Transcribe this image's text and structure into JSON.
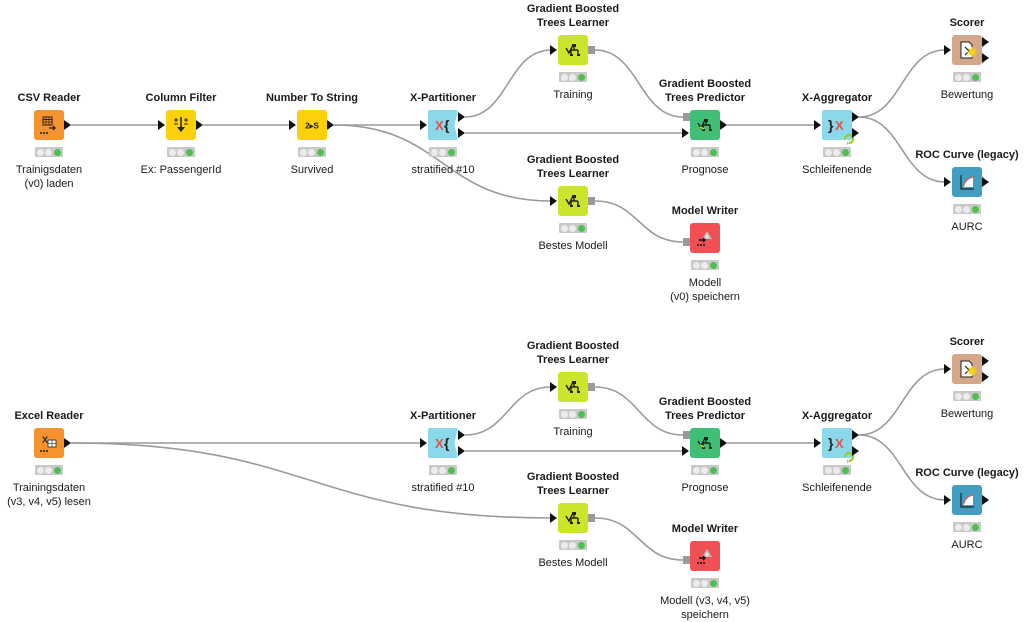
{
  "colors": {
    "reader": "#f7932e",
    "manipulator": "#fdd10a",
    "loop": "#8ad8ea",
    "learner": "#cbe52a",
    "predictor": "#3fbe75",
    "scorer": "#d4a68a",
    "visualizer": "#419ec2",
    "writer": "#f24f54",
    "status_green": "#4fbf4f",
    "wire": "#9a9a9a"
  },
  "workflows": [
    {
      "id": "top",
      "nodes": [
        {
          "key": "csv",
          "title": "CSV Reader",
          "label": "Trainigsdaten\n(v0) laden",
          "type": "reader",
          "icon": "table-arrow-icon",
          "status": "executed"
        },
        {
          "key": "colfilter",
          "title": "Column Filter",
          "label": "Ex: PassengerId",
          "type": "manipulator",
          "icon": "column-filter-icon",
          "status": "executed"
        },
        {
          "key": "num2str",
          "title": "Number To String",
          "label": "Survived",
          "type": "manipulator",
          "icon": "number-to-string-icon",
          "icon_text": "2▸S",
          "status": "executed"
        },
        {
          "key": "xpart",
          "title": "X-Partitioner",
          "label": "stratified #10",
          "type": "loop",
          "icon": "loop-start-icon",
          "status": "executed"
        },
        {
          "key": "learner1",
          "title": "Gradient Boosted\nTrees Learner",
          "label": "Training",
          "type": "learner",
          "icon": "tree-learner-icon",
          "status": "executed"
        },
        {
          "key": "predictor",
          "title": "Gradient Boosted\nTrees Predictor",
          "label": "Prognose",
          "type": "predictor",
          "icon": "tree-predictor-icon",
          "status": "executed"
        },
        {
          "key": "xagg",
          "title": "X-Aggregator",
          "label": "Schleifenende",
          "type": "loop",
          "icon": "loop-end-icon",
          "status": "executed"
        },
        {
          "key": "scorer",
          "title": "Scorer",
          "label": "Bewertung",
          "type": "scorer",
          "icon": "scorer-icon",
          "status": "executed"
        },
        {
          "key": "roc",
          "title": "ROC Curve (legacy)",
          "label": "AURC",
          "type": "visualizer",
          "icon": "roc-curve-icon",
          "status": "executed"
        },
        {
          "key": "learner2",
          "title": "Gradient Boosted\nTrees Learner",
          "label": "Bestes Modell",
          "type": "learner",
          "icon": "tree-learner-icon",
          "status": "executed"
        },
        {
          "key": "writer",
          "title": "Model Writer",
          "label": "Modell\n(v0) speichern",
          "type": "writer",
          "icon": "model-writer-icon",
          "status": "executed"
        }
      ]
    },
    {
      "id": "bottom",
      "nodes": [
        {
          "key": "excel",
          "title": "Excel Reader",
          "label": "Trainingsdaten\n(v3, v4, v5) lesen",
          "type": "reader",
          "icon": "excel-reader-icon",
          "status": "executed"
        },
        {
          "key": "xpart",
          "title": "X-Partitioner",
          "label": "stratified #10",
          "type": "loop",
          "icon": "loop-start-icon",
          "status": "executed"
        },
        {
          "key": "learner1",
          "title": "Gradient Boosted\nTrees Learner",
          "label": "Training",
          "type": "learner",
          "icon": "tree-learner-icon",
          "status": "executed"
        },
        {
          "key": "predictor",
          "title": "Gradient Boosted\nTrees Predictor",
          "label": "Prognose",
          "type": "predictor",
          "icon": "tree-predictor-icon",
          "status": "executed"
        },
        {
          "key": "xagg",
          "title": "X-Aggregator",
          "label": "Schleifenende",
          "type": "loop",
          "icon": "loop-end-icon",
          "status": "executed"
        },
        {
          "key": "scorer",
          "title": "Scorer",
          "label": "Bewertung",
          "type": "scorer",
          "icon": "scorer-icon",
          "status": "executed"
        },
        {
          "key": "roc",
          "title": "ROC Curve (legacy)",
          "label": "AURC",
          "type": "visualizer",
          "icon": "roc-curve-icon",
          "status": "executed"
        },
        {
          "key": "learner2",
          "title": "Gradient Boosted\nTrees Learner",
          "label": "Bestes Modell",
          "type": "learner",
          "icon": "tree-learner-icon",
          "status": "executed"
        },
        {
          "key": "writer",
          "title": "Model Writer",
          "label": "Modell (v3, v4, v5)\nspeichern",
          "type": "writer",
          "icon": "model-writer-icon",
          "status": "executed"
        }
      ]
    }
  ],
  "connections": [
    {
      "workflow": "top",
      "from": "csv",
      "to": "colfilter"
    },
    {
      "workflow": "top",
      "from": "colfilter",
      "to": "num2str"
    },
    {
      "workflow": "top",
      "from": "num2str",
      "to": "xpart"
    },
    {
      "workflow": "top",
      "from": "num2str",
      "to": "learner2"
    },
    {
      "workflow": "top",
      "from": "xpart",
      "to": "learner1"
    },
    {
      "workflow": "top",
      "from": "xpart",
      "to": "predictor"
    },
    {
      "workflow": "top",
      "from": "learner1",
      "to": "predictor"
    },
    {
      "workflow": "top",
      "from": "predictor",
      "to": "xagg"
    },
    {
      "workflow": "top",
      "from": "xagg",
      "to": "scorer"
    },
    {
      "workflow": "top",
      "from": "xagg",
      "to": "roc"
    },
    {
      "workflow": "top",
      "from": "learner2",
      "to": "writer"
    },
    {
      "workflow": "bottom",
      "from": "excel",
      "to": "xpart"
    },
    {
      "workflow": "bottom",
      "from": "excel",
      "to": "learner2"
    },
    {
      "workflow": "bottom",
      "from": "xpart",
      "to": "learner1"
    },
    {
      "workflow": "bottom",
      "from": "xpart",
      "to": "predictor"
    },
    {
      "workflow": "bottom",
      "from": "learner1",
      "to": "predictor"
    },
    {
      "workflow": "bottom",
      "from": "predictor",
      "to": "xagg"
    },
    {
      "workflow": "bottom",
      "from": "xagg",
      "to": "scorer"
    },
    {
      "workflow": "bottom",
      "from": "xagg",
      "to": "roc"
    },
    {
      "workflow": "bottom",
      "from": "learner2",
      "to": "writer"
    }
  ]
}
